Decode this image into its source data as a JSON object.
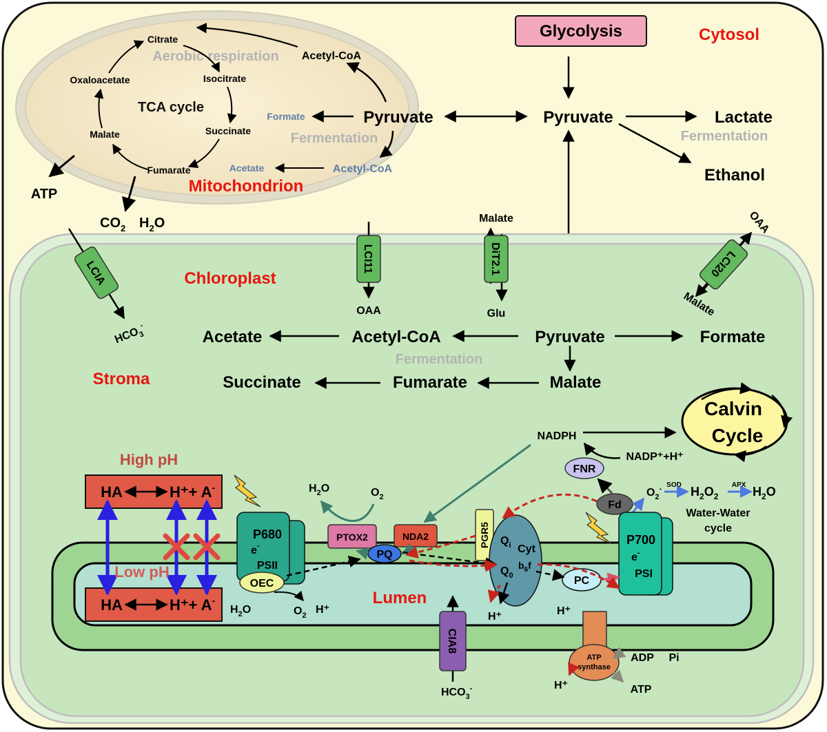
{
  "compartments": {
    "cytosol": "Cytosol",
    "mitochondrion": "Mitochondrion",
    "chloroplast": "Chloroplast",
    "stroma": "Stroma",
    "lumen": "Lumen"
  },
  "mito": {
    "aerobic": "Aerobic respiration",
    "tca": "TCA  cycle",
    "citrate": "Citrate",
    "isocitrate": "Isocitrate",
    "succinate": "Succinate",
    "fumarate": "Fumarate",
    "malate": "Malate",
    "oxaloacetate": "Oxaloacetate",
    "acetylcoa_top": "Acetyl-CoA",
    "pyruvate": "Pyruvate",
    "formate": "Formate",
    "fermentation": "Fermentation",
    "acetate": "Acetate",
    "acetylcoa_bottom": "Acetyl-CoA",
    "atp": "ATP",
    "co2": "CO",
    "co2_sub": "2",
    "h2o": "H",
    "h2o_sub": "2",
    "h2o_o": "O"
  },
  "cyto": {
    "glycolysis": "Glycolysis",
    "pyruvate": "Pyruvate",
    "lactate": "Lactate",
    "fermentation": "Fermentation",
    "ethanol": "Ethanol"
  },
  "transporters": {
    "lcia": "LCIA",
    "lci11": "LCI11",
    "dit21": "DiT2.1",
    "lci20": "LCI20",
    "cia8": "CIA8",
    "hco3": "HCO",
    "hco3_sub": "3",
    "hco3_sup": "-",
    "oaa": "OAA",
    "malate": "Malate",
    "glu": "Glu",
    "oaa_lci20": "OAA",
    "malate_lci20": "Malate",
    "hco3_cia8": "HCO",
    "hco3_cia8_sub": "3",
    "hco3_cia8_sup": "-"
  },
  "stroma": {
    "acetate": "Acetate",
    "acetylcoa": "Acetyl-CoA",
    "pyruvate": "Pyruvate",
    "formate": "Formate",
    "fermentation": "Fermentation",
    "succinate": "Succinate",
    "fumarate": "Fumarate",
    "malate": "Malate",
    "calvin1": "Calvin",
    "calvin2": "Cycle",
    "nadph": "NADPH",
    "nadp": "NADP⁺+H⁺",
    "fnr": "FNR",
    "fd": "Fd",
    "o2": "O",
    "o2_sub": "2",
    "o2_sup": "-",
    "sod": "SOD",
    "h2o2": "H",
    "h2o2_sub1": "2",
    "h2o2_o": "O",
    "h2o2_sub2": "2",
    "apx": "APX",
    "h2o": "H",
    "h2o_sub": "2",
    "h2o_o": "O",
    "ww1": "Water-Water",
    "ww2": "cycle"
  },
  "buffer": {
    "high_ph": "High pH",
    "low_ph": "Low pH",
    "ha": "HA",
    "hplus": "H⁺+ A",
    "aminus_sup": "-"
  },
  "etc": {
    "p680": "P680",
    "e": "e",
    "e_sup": "-",
    "psii": "PSII",
    "oec": "OEC",
    "h2o_l": "H",
    "h2o_l_sub": "2",
    "h2o_l_o": "O",
    "o2_l": "O",
    "o2_l_sub": "2",
    "hplus_l": "H⁺",
    "h2o_top": "H",
    "h2o_top_sub": "2",
    "h2o_top_o": "O",
    "o2_top": "O",
    "o2_top_sub": "2",
    "ptox2": "PTOX2",
    "nda2": "NDA2",
    "pq": "PQ",
    "pgr5": "PGR5",
    "qi": "Q",
    "qi_sub": "i",
    "cyt": "Cyt",
    "b6f": "b",
    "b6f_sub": "6",
    "b6f_f": "f",
    "qo": "Q",
    "qo_sub": "0",
    "hplus_cyt": "H⁺",
    "pc": "PC",
    "p700": "P700",
    "e2": "e",
    "e2_sup": "-",
    "psi": "PSI",
    "hplus_atp_top": "H⁺",
    "atp_synthase1": "ATP",
    "atp_synthase2": "synthase",
    "hplus_atp_bottom": "H⁺",
    "adp": "ADP",
    "pi": "Pi",
    "atp": "ATP"
  },
  "colors": {
    "cytosol_bg": "#fbf9d8",
    "mito_bg": "#f4e6c4",
    "chloroplast_outer": "#dff0d8",
    "stroma_bg": "#c7e6be",
    "thylakoid": "#9fd592",
    "lumen": "#b3e0d0",
    "label_red": "#e8150f",
    "gray_text": "#b4b4b4",
    "blue_text": "#5f7da6",
    "transporter": "#63b95d",
    "cia8": "#8c5fb0",
    "buffer_box": "#e05a47",
    "photosystem": "#2aa68b",
    "ptox2": "#dc79a5",
    "nda2": "#e0563f",
    "pq": "#3d75e0",
    "cytb6f": "#5f99a8",
    "pc": "#c6eef6",
    "psi": "#1fc09c",
    "calvin": "#fdf6a0",
    "fnr": "#c8c4f0",
    "fd": "#666666",
    "atp_synthase": "#e38c56",
    "glycolysis": "#f3a7bd"
  }
}
